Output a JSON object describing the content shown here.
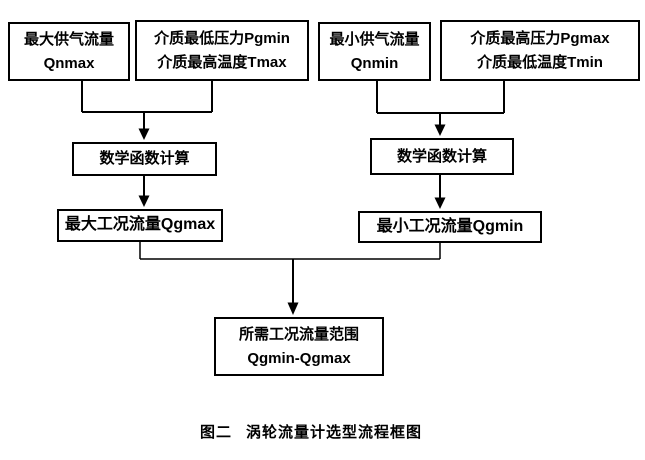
{
  "page": {
    "background": "#ffffff",
    "line_color": "#000000",
    "text_color": "#000000"
  },
  "flowchart": {
    "nodes": {
      "qnmax": {
        "line1": "最大供气流量",
        "line2": "Qnmax"
      },
      "pgmin_tmax": {
        "line1": "介质最低压力Pgmin",
        "line2": "介质最高温度Tmax"
      },
      "qnmin": {
        "line1": "最小供气流量",
        "line2": "Qnmin"
      },
      "pgmax_tmin": {
        "line1": "介质最高压力Pgmax",
        "line2": "介质最低温度Tmin"
      },
      "math_left": {
        "label": "数学函数计算"
      },
      "math_right": {
        "label": "数学函数计算"
      },
      "qgmax": {
        "label": "最大工况流量Qgmax"
      },
      "qgmin": {
        "label": "最小工况流量Qgmin"
      },
      "result": {
        "line1": "所需工况流量范围",
        "line2": "Qgmin-Qgmax"
      }
    },
    "caption": {
      "figure_no": "图二",
      "title": "涡轮流量计选型流程框图"
    }
  }
}
